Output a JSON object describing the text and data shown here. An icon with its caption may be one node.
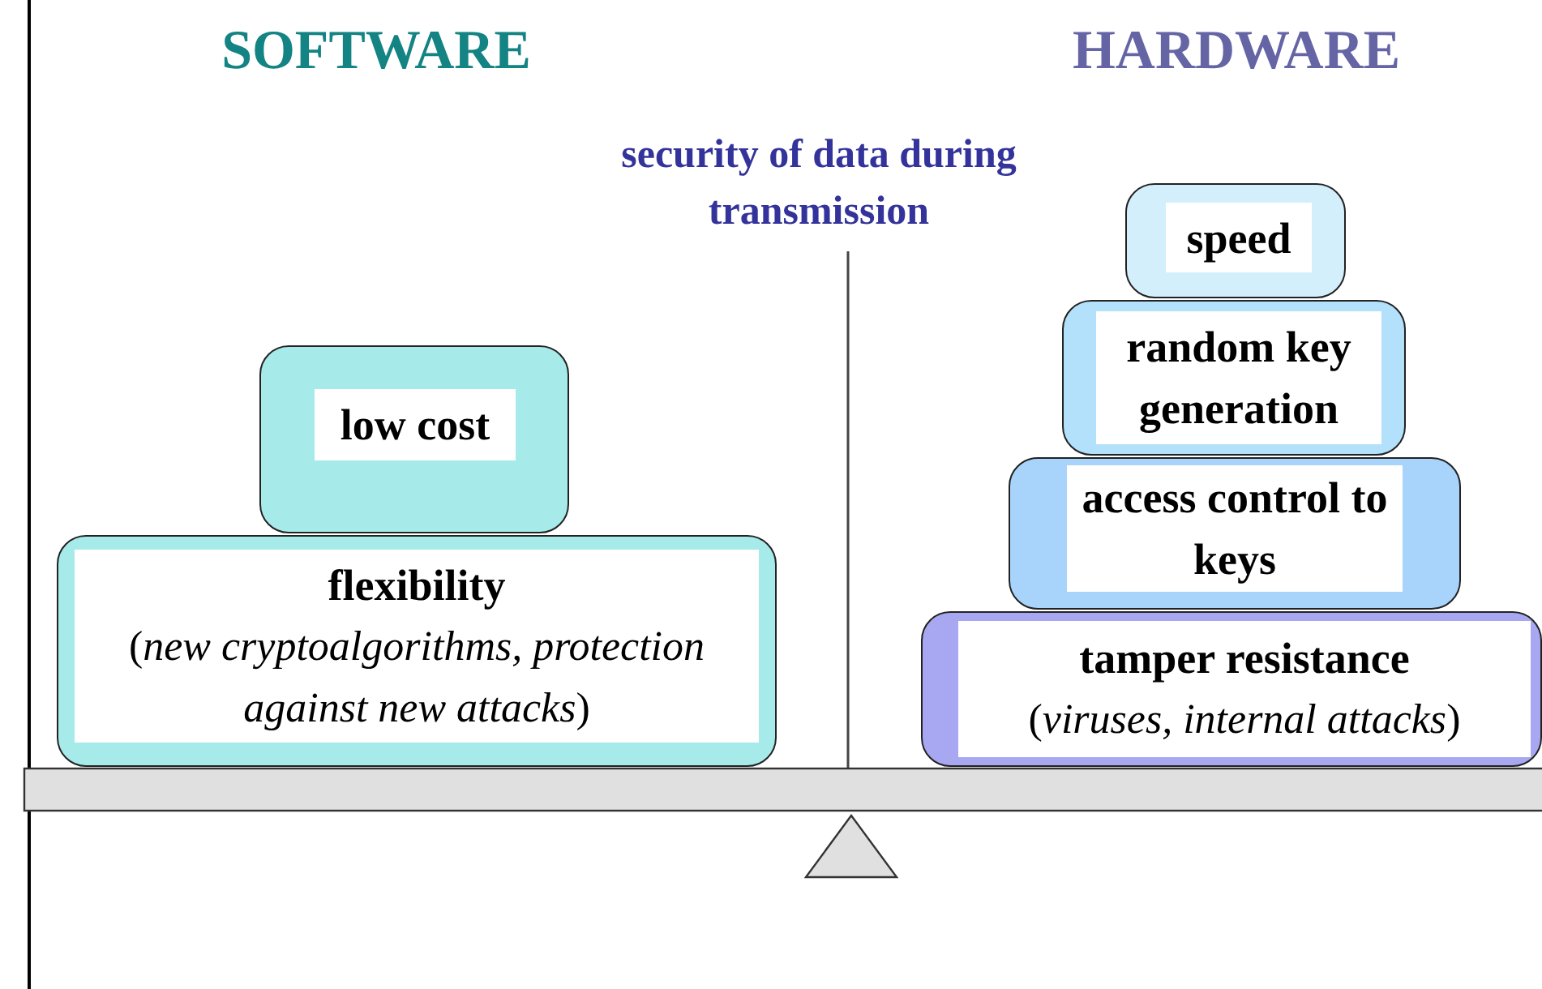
{
  "diagram": {
    "nodes": [
      {
        "text": [
          "low cost"
        ]
      },
      {
        "text": [
          "flexibility",
          "(*new cryptoalgorithms, protection against new attacks*)"
        ]
      },
      {
        "text": [
          "speed"
        ]
      },
      {
        "text": [
          "random key generation"
        ]
      },
      {
        "text": [
          "access control to keys"
        ]
      },
      {
        "text": [
          "tamper resistance",
          "(*viruses, internal attacks*)"
        ]
      }
    ],
    "edges": [],
    "labels": [
      "SOFTWARE",
      "HARDWARE",
      "security of data during transmission"
    ]
  }
}
